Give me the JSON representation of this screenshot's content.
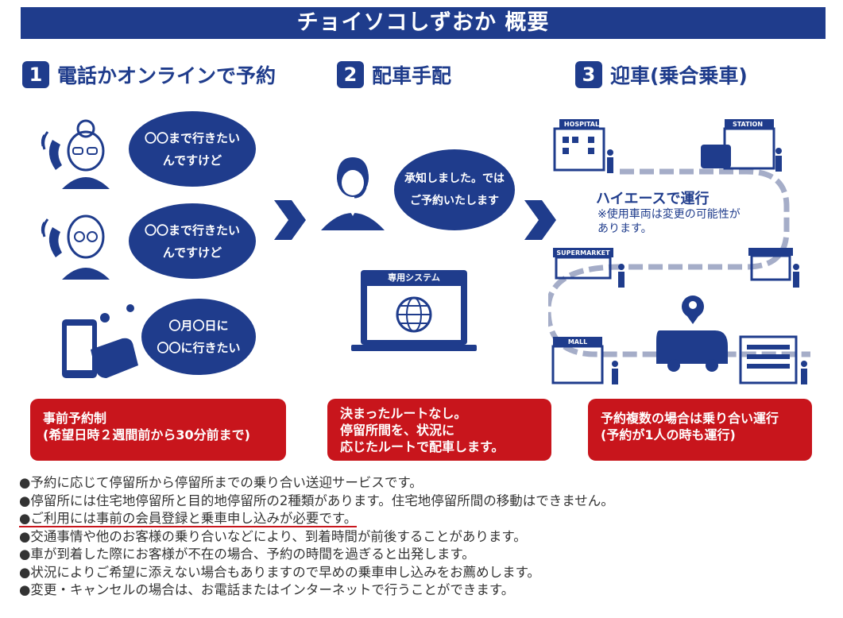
{
  "banner": {
    "title": "チョイソコしずおか 概要"
  },
  "steps": [
    {
      "num": "1",
      "label": "電話かオンラインで予約"
    },
    {
      "num": "2",
      "label": "配車手配"
    },
    {
      "num": "3",
      "label": "迎車(乗合乗車)"
    }
  ],
  "bubbles": {
    "b1": [
      "〇〇まで行きたい",
      "んですけど"
    ],
    "b2": [
      "〇〇まで行きたい",
      "んですけど"
    ],
    "b3": [
      "〇月〇日に",
      "〇〇に行きたい"
    ],
    "operator": [
      "承知しました。では",
      "ご予約いたします"
    ]
  },
  "laptop_label": "専用システム",
  "map": {
    "hospital": "HOSPITAL",
    "station": "STATION",
    "supermarket": "SUPERMARKET",
    "mall": "MALL",
    "hiace_title": "ハイエースで運行",
    "hiace_note1": "※使用車両は変更の可能性が",
    "hiace_note2": "あります。"
  },
  "boxes": {
    "box1": [
      "事前予約制",
      "(希望日時２週間前から30分前まで)"
    ],
    "box2": [
      "決まったルートなし。",
      "停留所間を、状況に",
      "応じたルートで配車します。"
    ],
    "box3": [
      "予約複数の場合は乗り合い運行",
      "(予約が1人の時も運行)"
    ]
  },
  "notes": [
    "●予約に応じて停留所から停留所までの乗り合い送迎サービスです。",
    "●停留所には住宅地停留所と目的地停留所の2種類があります。住宅地停留所間の移動はできません。",
    "●ご利用には事前の会員登録と乗車申し込みが必要です。",
    "●交通事情や他のお客様の乗り合いなどにより、到着時間が前後することがあります。",
    "●車が到着した際にお客様が不在の場合、予約の時間を過ぎると出発します。",
    "●状況によりご希望に添えない場合もありますので早めの乗車申し込みをお薦めします。",
    "●変更・キャンセルの場合は、お電話またはインターネットで行うことができます。"
  ],
  "colors": {
    "navy": "#1f3c8c",
    "red": "#c8151c",
    "route": "#a5adc8"
  },
  "icons": [
    "phone-icon",
    "elderly-woman-icon",
    "elderly-man-icon",
    "smartphone-icon",
    "operator-icon",
    "laptop-icon",
    "globe-icon",
    "arrow-right-icon",
    "bus-icon",
    "location-pin-icon",
    "person-icon"
  ]
}
